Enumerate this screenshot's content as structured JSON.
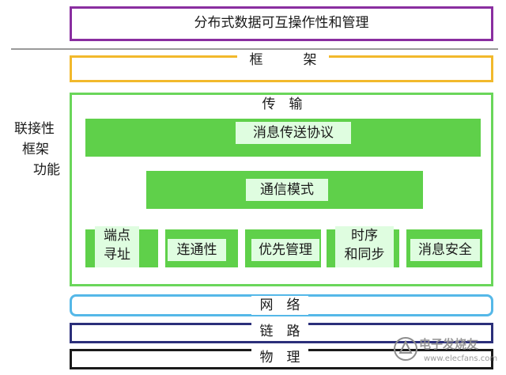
{
  "top": {
    "title": "分布式数据可互操作性和管理"
  },
  "framework": {
    "label": "框　　　架"
  },
  "connectivity": {
    "side_label_line1": "联接性",
    "side_label_line2": "框架",
    "side_label_line3": "功能",
    "transport": "传　输",
    "messaging_protocol": "消息传送协议",
    "communication_mode": "通信模式",
    "functions": {
      "endpoint_line1": "端点",
      "endpoint_line2": "寻址",
      "connectivity": "连通性",
      "priority": "优先管理",
      "timing_line1": "时序",
      "timing_line2": "和同步",
      "security": "消息安全"
    }
  },
  "network": {
    "label": "网　络"
  },
  "link": {
    "label": "链　路"
  },
  "physical": {
    "label": "物　理"
  },
  "watermark": {
    "text": "电子发烧友",
    "url": "www.elecfans.com"
  },
  "colors": {
    "purple": "#8a2ea0",
    "orange": "#f2b92c",
    "green_outer": "#6ad65a",
    "green_fill": "#5fd04a",
    "light_box": "#dffde0",
    "network_blue": "#55b8e8",
    "link_navy": "#2b2f7a",
    "physical_black": "#1a1a1a",
    "separator": "#9a9a9a"
  }
}
